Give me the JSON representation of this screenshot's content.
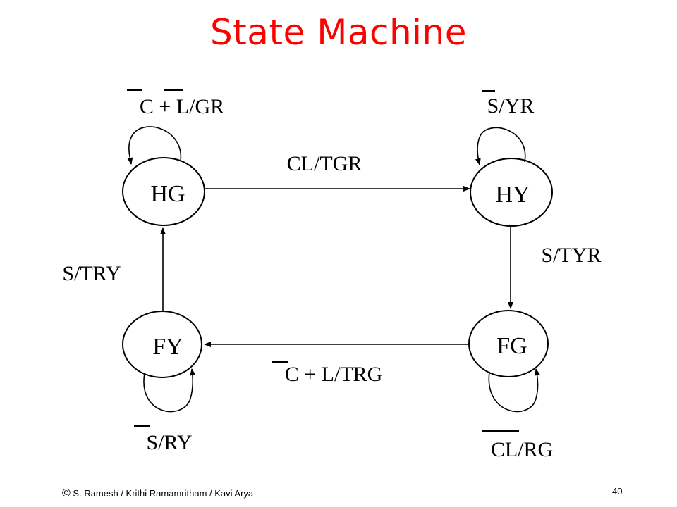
{
  "slide": {
    "title": "State Machine",
    "title_color": "#ff0000",
    "footer_copyright": "©",
    "footer_authors": "S. Ramesh  / Krithi Ramamritham  / Kavi Arya",
    "page_number": "40"
  },
  "diagram": {
    "states": [
      {
        "id": "HG",
        "label": "HG"
      },
      {
        "id": "HY",
        "label": "HY"
      },
      {
        "id": "FG",
        "label": "FG"
      },
      {
        "id": "FY",
        "label": "FY"
      }
    ],
    "transitions": [
      {
        "from": "HG",
        "to": "HY",
        "label": "CL/TGR"
      },
      {
        "from": "HY",
        "to": "FG",
        "label": "S/TYR"
      },
      {
        "from": "FG",
        "to": "FY",
        "label": "C + L/TRG",
        "overlined": [
          "C"
        ]
      },
      {
        "from": "FY",
        "to": "HG",
        "label": "S/TRY"
      }
    ],
    "self_loops": [
      {
        "state": "HG",
        "label": "C + L/GR",
        "overlined": [
          "C",
          "L"
        ]
      },
      {
        "state": "HY",
        "label": "S/YR",
        "overlined": [
          "S"
        ]
      },
      {
        "state": "FY",
        "label": "S/RY",
        "overlined": [
          "S"
        ]
      },
      {
        "state": "FG",
        "label": "CL/RG",
        "overlined": [
          "CL"
        ]
      }
    ]
  }
}
